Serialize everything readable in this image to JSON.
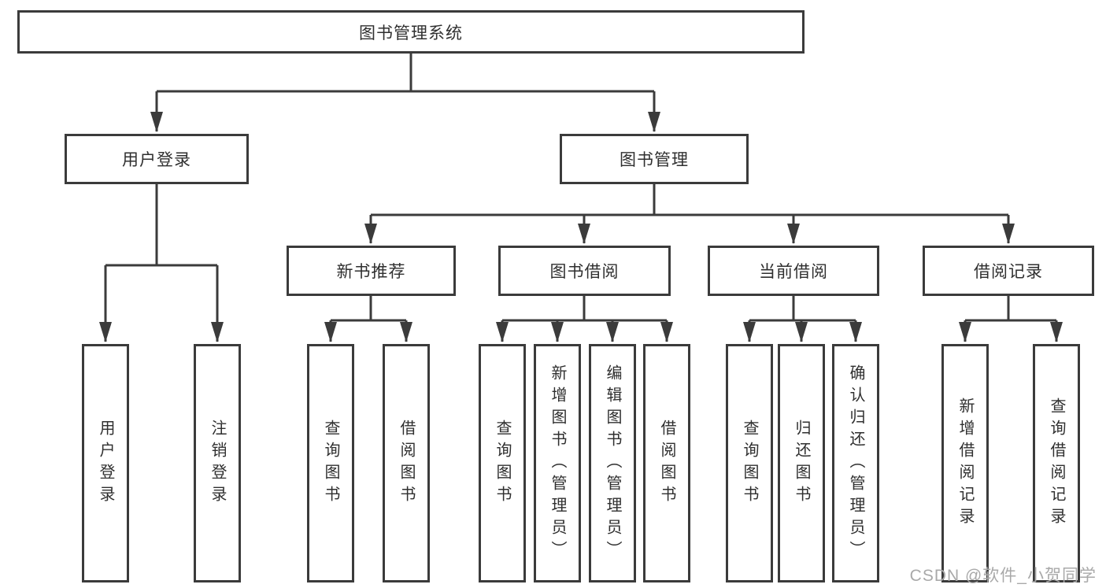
{
  "nodes": {
    "root": "图书管理系统",
    "user_login": "用户登录",
    "book_management": "图书管理",
    "new_book_recommend": "新书推荐",
    "book_borrow": "图书借阅",
    "current_borrow": "当前借阅",
    "borrow_records": "借阅记录",
    "leaf_user_login": "用户登录",
    "leaf_logout": "注销登录",
    "leaf_query_book_rec": "查询图书",
    "leaf_borrow_book_rec": "借阅图书",
    "leaf_query_book_borrow": "查询图书",
    "leaf_add_book_admin": "新增图书（管理员）",
    "leaf_edit_book_admin": "编辑图书（管理员）",
    "leaf_borrow_book_borrow": "借阅图书",
    "leaf_query_book_current": "查询图书",
    "leaf_return_book": "归还图书",
    "leaf_confirm_return_admin": "确认归还（管理员）",
    "leaf_add_borrow_record": "新增借阅记录",
    "leaf_query_borrow_record": "查询借阅记录"
  },
  "hierarchy": {
    "图书管理系统": {
      "用户登录": [
        "用户登录",
        "注销登录"
      ],
      "图书管理": {
        "新书推荐": [
          "查询图书",
          "借阅图书"
        ],
        "图书借阅": [
          "查询图书",
          "新增图书（管理员）",
          "编辑图书（管理员）",
          "借阅图书"
        ],
        "当前借阅": [
          "查询图书",
          "归还图书",
          "确认归还（管理员）"
        ],
        "借阅记录": [
          "新增借阅记录",
          "查询借阅记录"
        ]
      }
    }
  },
  "watermark": "CSDN @软件_小贺同学",
  "colors": {
    "line": "#3b3b3b",
    "box_border": "#3b3b3b",
    "text": "#2f2f2f",
    "background": "#ffffff",
    "watermark": "#a9a9a9"
  }
}
